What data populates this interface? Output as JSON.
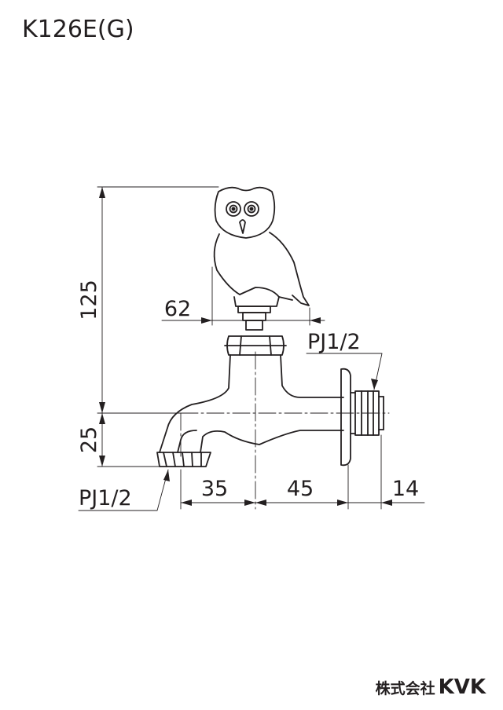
{
  "title": "K126E(G)",
  "dimensions": {
    "height_top": "125",
    "head_width": "62",
    "spout_drop": "25",
    "spout_reach": "35",
    "body_to_wall": "45",
    "thread_length": "14"
  },
  "connections": {
    "inlet": "PJ1/2",
    "outlet": "PJ1/2"
  },
  "brand": {
    "company_jp": "株式会社",
    "logo": "KVK"
  },
  "colors": {
    "line": "#231f20",
    "background": "#ffffff"
  }
}
